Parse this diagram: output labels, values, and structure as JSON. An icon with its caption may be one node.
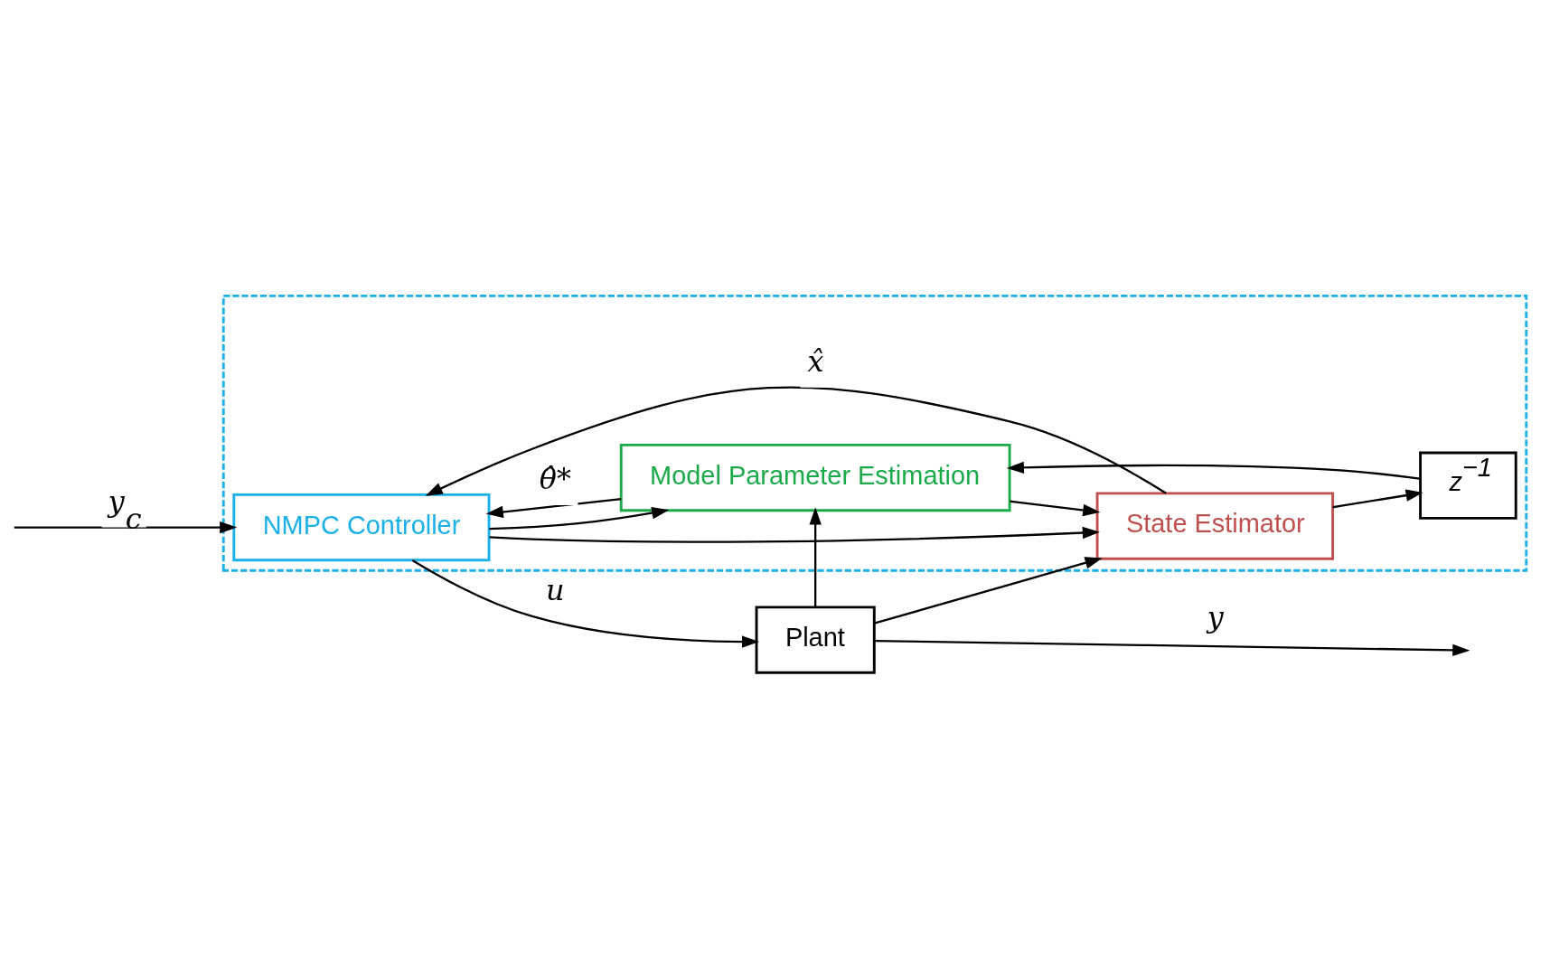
{
  "diagram": {
    "nodes": [
      {
        "text": [],
        "shape": "box"
      },
      {
        "text": [
          "NMPC Controller"
        ],
        "in": 0
      },
      {
        "text": [
          "Plant"
        ]
      },
      {
        "text": [
          "Model Parameter Estimation"
        ],
        "in": 0
      },
      {
        "text": [
          "z$^{−1}$"
        ],
        "in": 0
      },
      {
        "text": [
          "State Estimator"
        ],
        "in": 0
      }
    ],
    "edges": [
      {
        "from": null,
        "to": 1,
        "arrow": "to",
        "label": "y$_{c}$"
      },
      {
        "from": 1,
        "to": 2,
        "arrow": "to",
        "label": "u"
      },
      {
        "from": 2,
        "to": null,
        "arrow": "to",
        "label": "y"
      },
      {
        "from": 1,
        "to": 3,
        "arrow": "to"
      },
      {
        "from": 1,
        "to": 5,
        "arrow": "to"
      },
      {
        "from": 2,
        "to": 3,
        "arrow": "to"
      },
      {
        "from": 2,
        "to": 5,
        "arrow": "to"
      },
      {
        "from": 3,
        "to": 1,
        "arrow": "to",
        "label": "θ̂*"
      },
      {
        "from": 3,
        "to": 5,
        "arrow": "to"
      },
      {
        "from": 5,
        "to": 1,
        "arrow": "to",
        "label": "x̂"
      },
      {
        "from": 5,
        "to": 4,
        "arrow": "to"
      },
      {
        "from": 4,
        "to": 3,
        "arrow": "to"
      }
    ]
  }
}
